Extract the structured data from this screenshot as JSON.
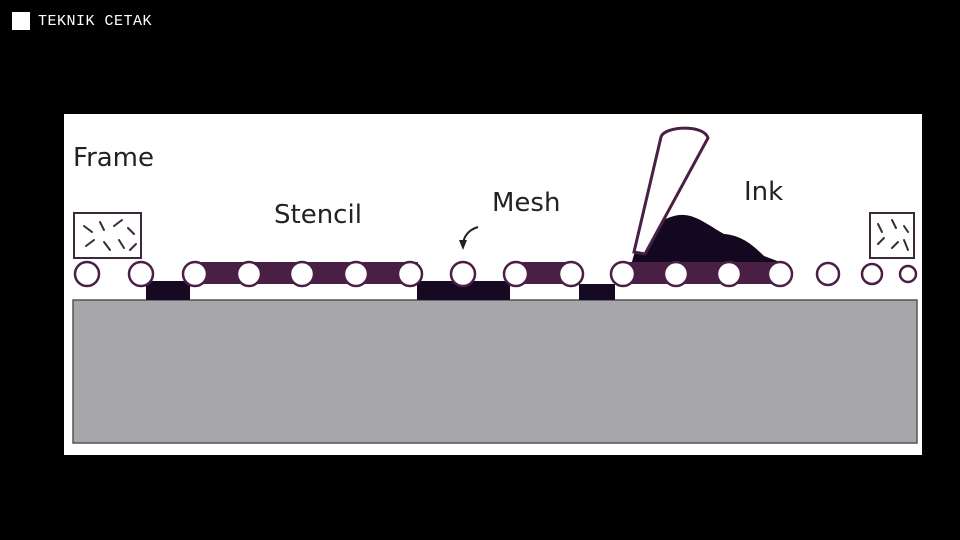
{
  "slide": {
    "title": "TEKNIK CETAK"
  },
  "diagram": {
    "labels": {
      "frame": "Frame",
      "stencil": "Stencil",
      "mesh": "Mesh",
      "ink": "Ink"
    },
    "colors": {
      "substrate": "#a7a7ab",
      "stencil": "#4a1f45",
      "ink": "#140820",
      "outline": "#1a1020",
      "frame_block": "#ffffff"
    }
  }
}
